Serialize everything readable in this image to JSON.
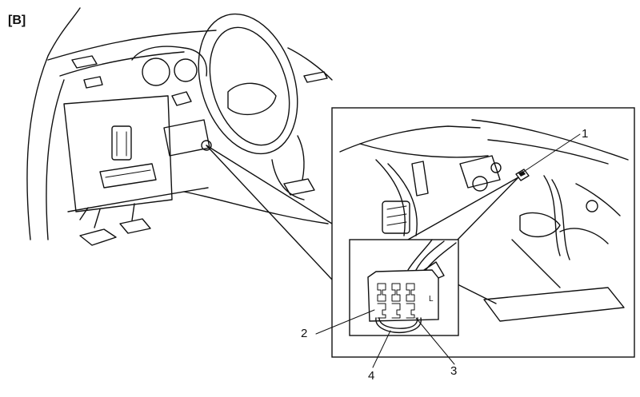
{
  "figure": {
    "section_tag": "[B]",
    "callouts": [
      {
        "id": "1",
        "text": "1"
      },
      {
        "id": "2",
        "text": "2"
      },
      {
        "id": "3",
        "text": "3"
      },
      {
        "id": "4",
        "text": "4"
      }
    ]
  }
}
